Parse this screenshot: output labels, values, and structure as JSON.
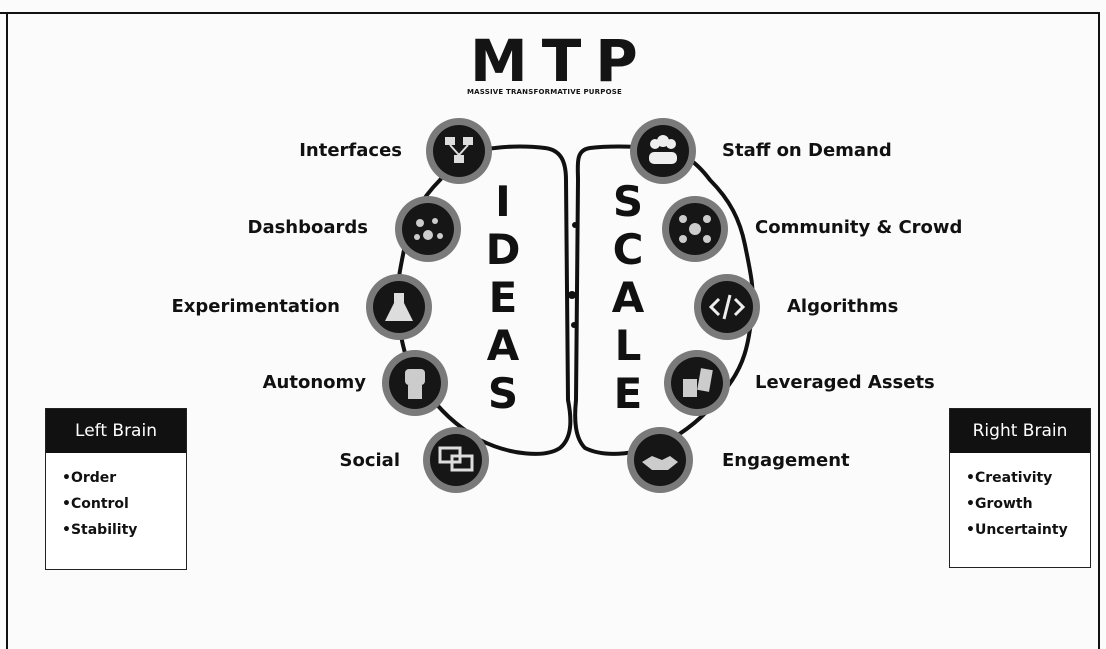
{
  "header": {
    "title": "MTP",
    "subtitle": "MASSIVE TRANSFORMATIVE PURPOSE"
  },
  "left_side": {
    "word": [
      "I",
      "D",
      "E",
      "A",
      "S"
    ],
    "items": [
      {
        "label": "Interfaces",
        "icon": "interfaces-icon"
      },
      {
        "label": "Dashboards",
        "icon": "dashboards-icon"
      },
      {
        "label": "Experimentation",
        "icon": "flask-icon"
      },
      {
        "label": "Autonomy",
        "icon": "fist-icon"
      },
      {
        "label": "Social",
        "icon": "chat-icon"
      }
    ]
  },
  "right_side": {
    "word": [
      "S",
      "C",
      "A",
      "L",
      "E"
    ],
    "items": [
      {
        "label": "Staff on Demand",
        "icon": "people-icon"
      },
      {
        "label": "Community & Crowd",
        "icon": "crowd-icon"
      },
      {
        "label": "Algorithms",
        "icon": "code-icon"
      },
      {
        "label": "Leveraged Assets",
        "icon": "rental-icon"
      },
      {
        "label": "Engagement",
        "icon": "handshake-icon"
      }
    ]
  },
  "left_box": {
    "title": "Left Brain",
    "items": [
      "Order",
      "Control",
      "Stability"
    ]
  },
  "right_box": {
    "title": "Right Brain",
    "items": [
      "Creativity",
      "Growth",
      "Uncertainty"
    ]
  },
  "colors": {
    "ink": "#111111",
    "icon_ring": "#7a7a7a",
    "box_header": "#111111"
  }
}
